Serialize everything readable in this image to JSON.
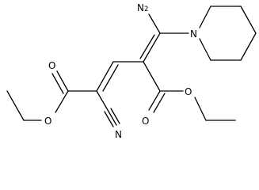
{
  "molecule": {
    "atoms": {
      "amine_nitrogen": {
        "element": "N",
        "hydrogens": "2"
      },
      "ring_nitrogen": {
        "element": "N"
      },
      "ester_left_carbonyl_oxygen": {
        "element": "O"
      },
      "ester_left_ether_oxygen": {
        "element": "O"
      },
      "nitrile_nitrogen": {
        "element": "N"
      },
      "ester_right_carbonyl_oxygen": {
        "element": "O"
      },
      "ester_right_ether_oxygen": {
        "element": "O"
      }
    }
  }
}
